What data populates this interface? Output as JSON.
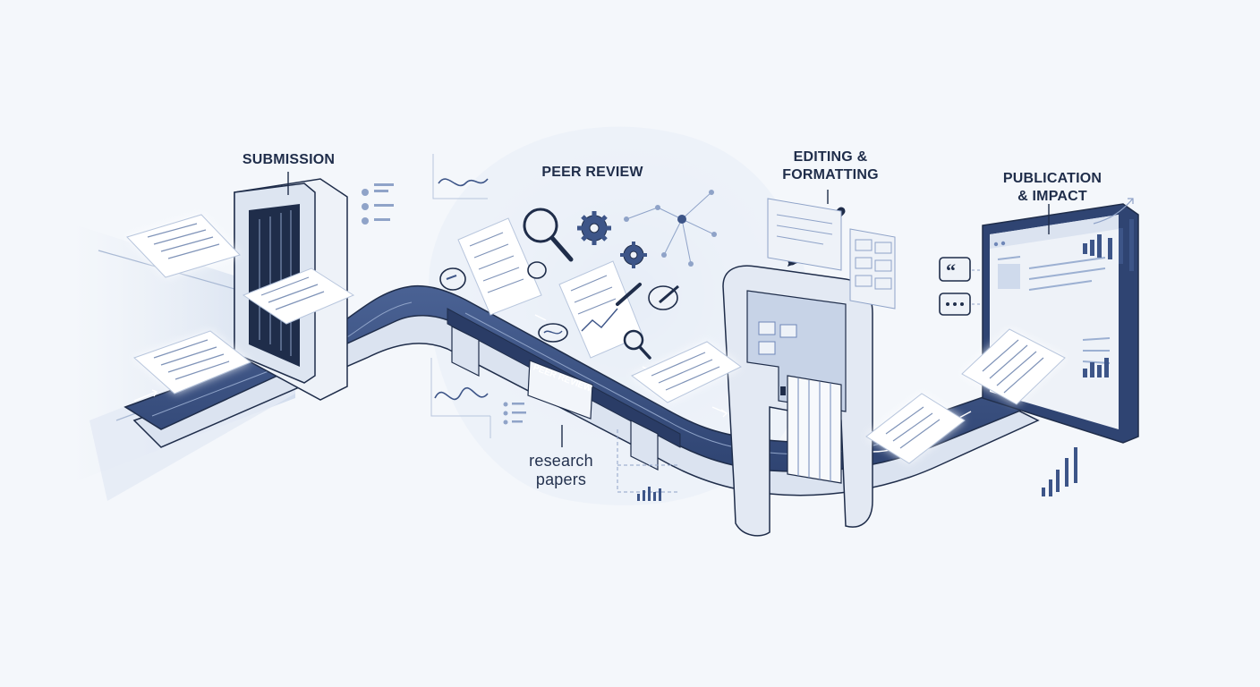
{
  "stages": [
    {
      "id": "submission",
      "lines": [
        "SUBMISSION"
      ]
    },
    {
      "id": "peer-review",
      "lines": [
        "PEER REVIEW"
      ]
    },
    {
      "id": "editing",
      "lines": [
        "EDITING &",
        "FORMATTING"
      ]
    },
    {
      "id": "publication",
      "lines": [
        "PUBLICATION",
        "& IMPACT"
      ]
    }
  ],
  "belt_label": "PEER REVIEW",
  "papers_callout": [
    "research",
    "papers"
  ],
  "colors": {
    "background": "#f4f7fb",
    "navy": "#1f2d4a",
    "belt": "#3d5588",
    "frame": "#dbe4f2",
    "paper": "#ffffff",
    "accent": "#6f87b8"
  }
}
